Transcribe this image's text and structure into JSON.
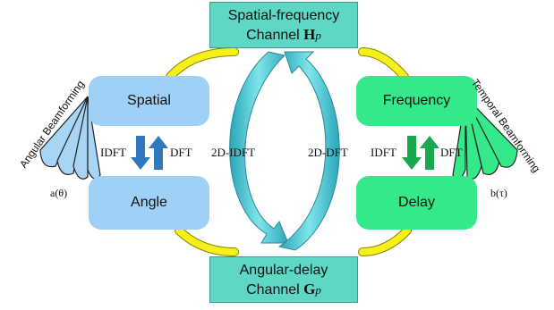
{
  "nodes": {
    "spatial": "Spatial",
    "angle": "Angle",
    "frequency": "Frequency",
    "delay": "Delay"
  },
  "channels": {
    "top_line1": "Spatial-frequency",
    "top_line2": "Channel",
    "top_symbol": "H",
    "top_sub": "p",
    "bottom_line1": "Angular-delay",
    "bottom_line2": "Channel",
    "bottom_symbol": "G",
    "bottom_sub": "p"
  },
  "transforms": {
    "left_idft": "IDFT",
    "left_dft": "DFT",
    "right_idft": "IDFT",
    "right_dft": "DFT",
    "center_left": "2D-IDFT",
    "center_right": "2D-DFT"
  },
  "beamforming": {
    "left_label": "Angular Beamforming",
    "right_label": "Temporal Beamforming",
    "left_vector": "a(θ)",
    "right_vector": "b(τ)"
  },
  "colors": {
    "blue_box": "#9fd0f5",
    "green_box": "#35e889",
    "channel_box": "#5ed8c4",
    "yellow_arc": "#f5ef1a",
    "arrow_teal": "#4fc6d0",
    "arrow_blue": "#2f77c0",
    "arrow_green": "#1aa84c",
    "beam_blue": "#a8d4f5",
    "beam_green": "#35e889"
  }
}
